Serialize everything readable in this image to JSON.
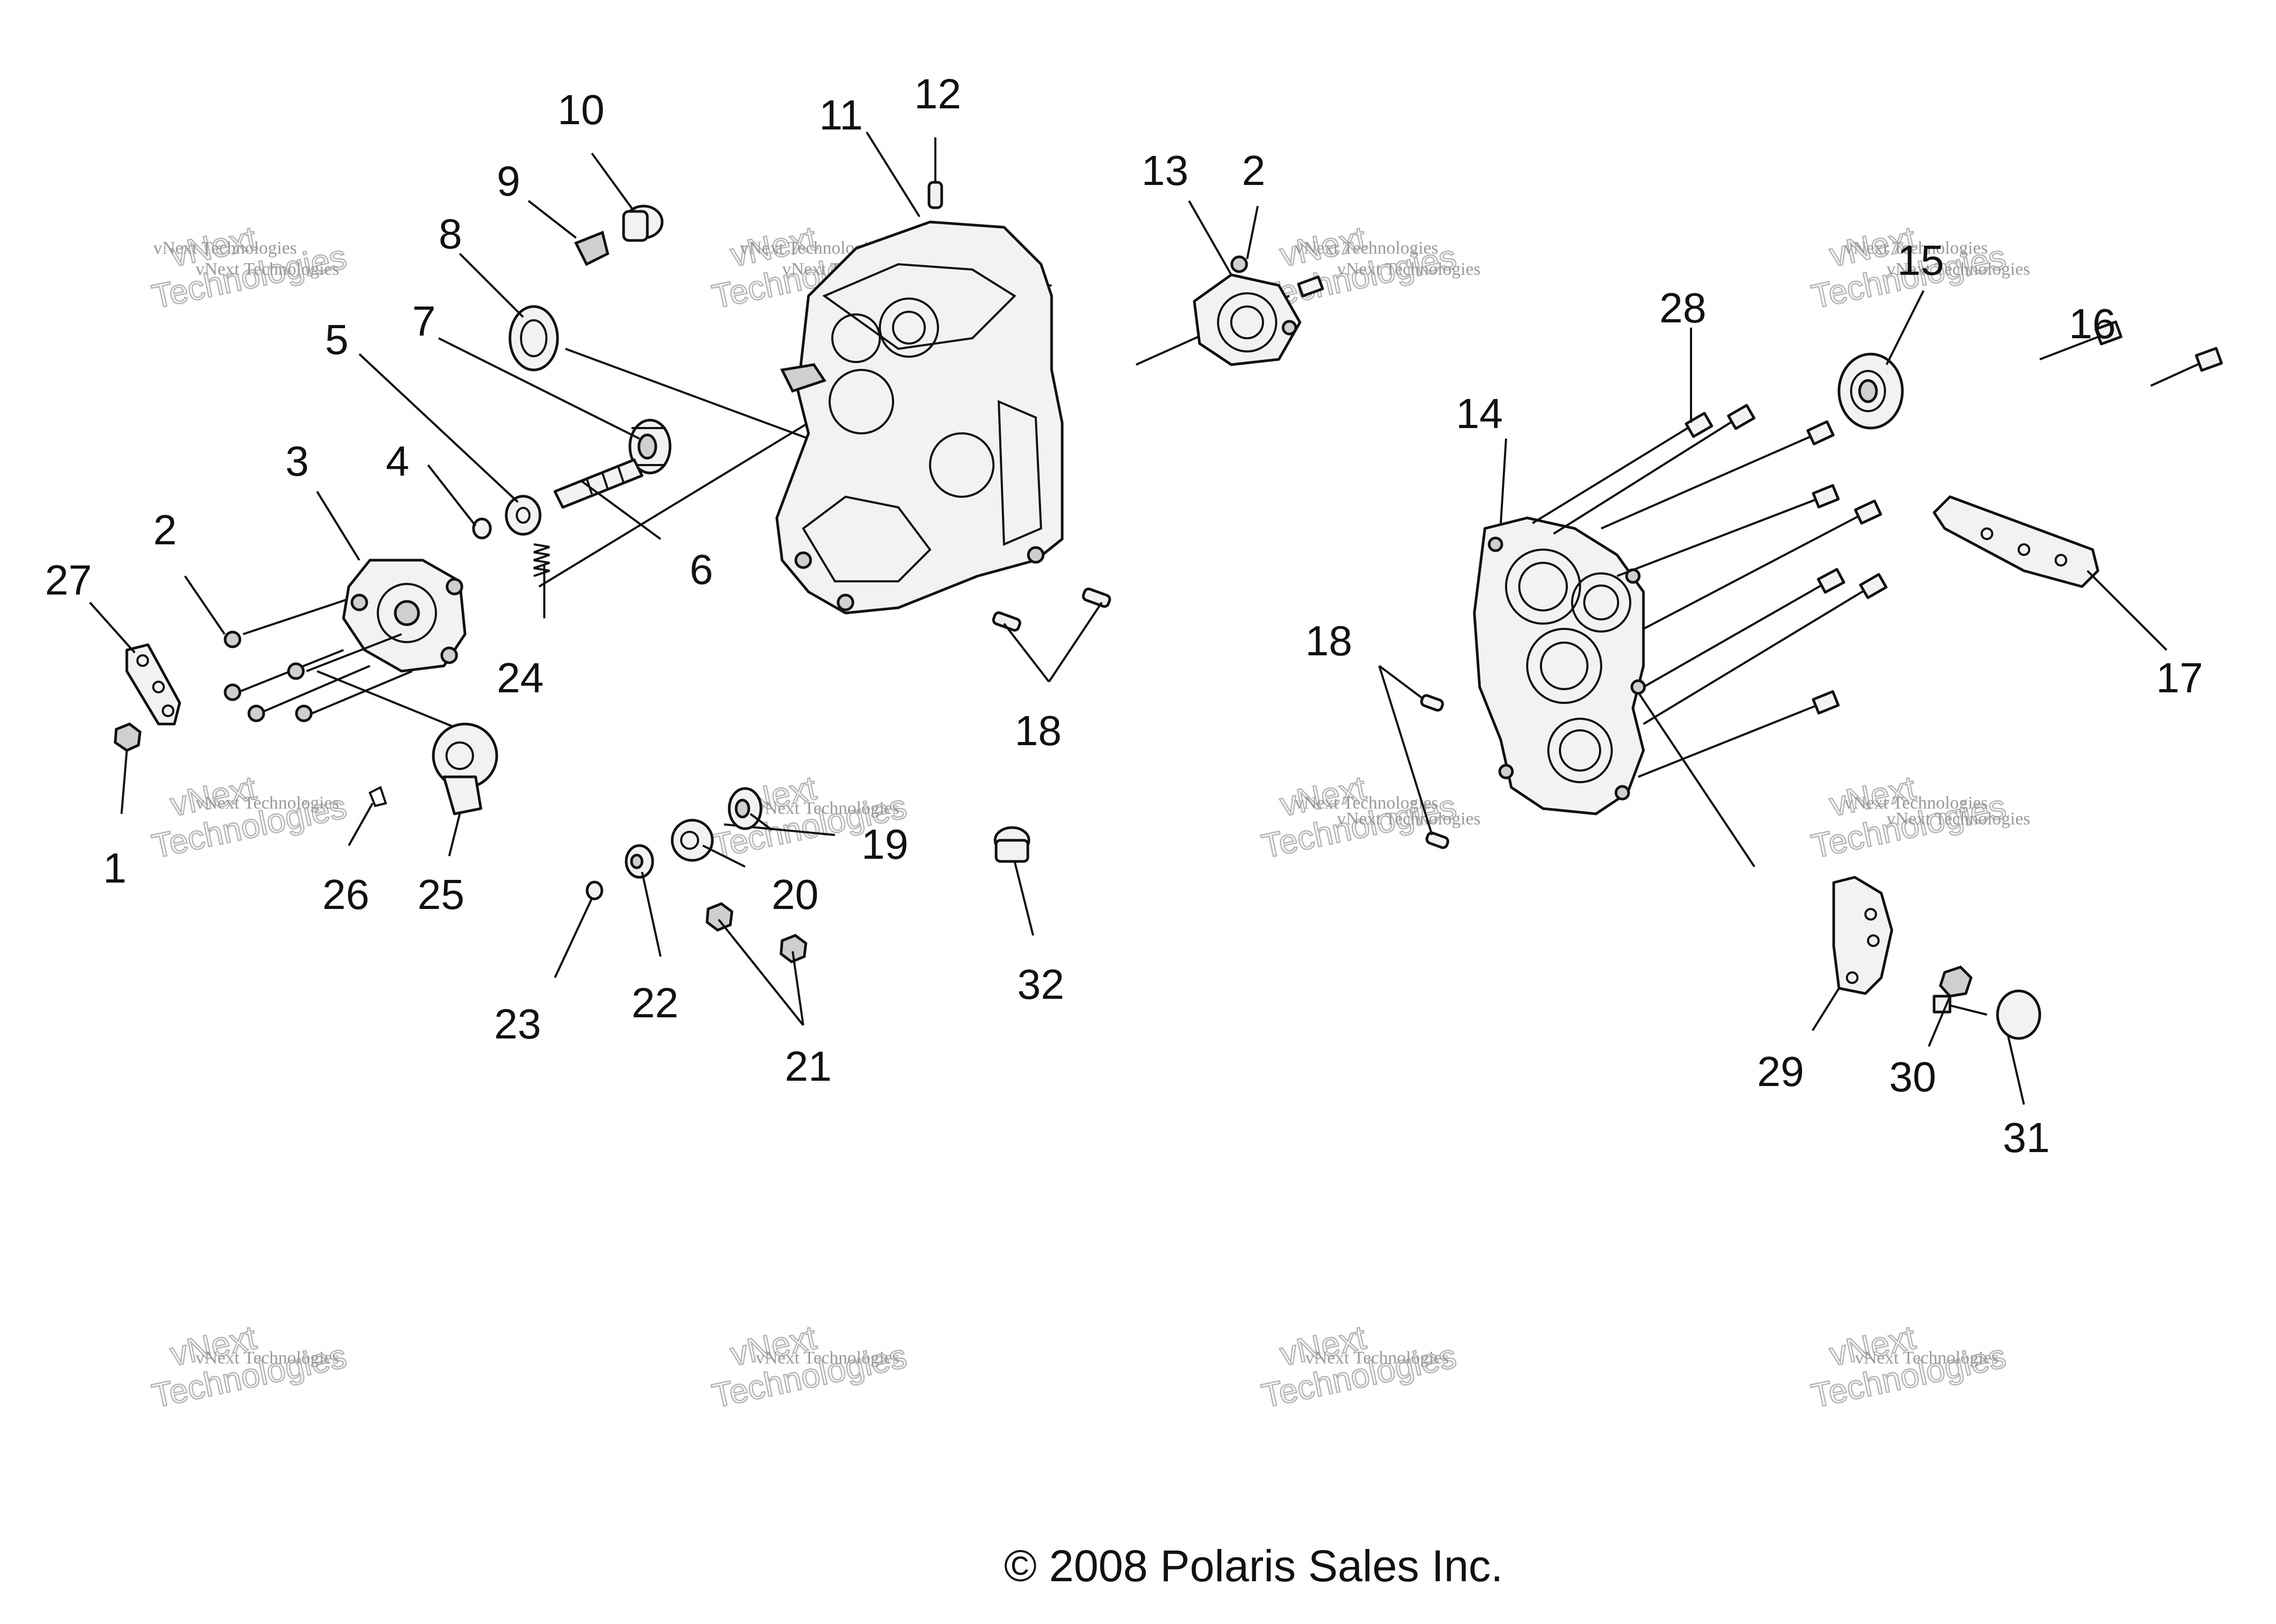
{
  "copyright": "© 2008 Polaris Sales Inc.",
  "watermark": {
    "line1": "vNext Technologies",
    "line2": "vNext",
    "line3": "Technologies"
  },
  "callouts": {
    "c1": "1",
    "c2a": "2",
    "c2b": "2",
    "c3": "3",
    "c4": "4",
    "c5": "5",
    "c6": "6",
    "c7": "7",
    "c8": "8",
    "c9": "9",
    "c10": "10",
    "c11": "11",
    "c12": "12",
    "c13": "13",
    "c14": "14",
    "c15": "15",
    "c16": "16",
    "c17": "17",
    "c18a": "18",
    "c18b": "18",
    "c19": "19",
    "c20": "20",
    "c21": "21",
    "c22": "22",
    "c23": "23",
    "c24": "24",
    "c25": "25",
    "c26": "26",
    "c27": "27",
    "c28": "28",
    "c29": "29",
    "c30": "30",
    "c31": "31",
    "c32": "32"
  }
}
